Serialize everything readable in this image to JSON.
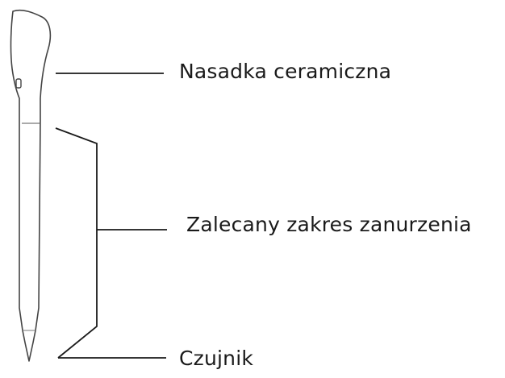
{
  "labels": {
    "ceramic_tip": "Nasadka ceramiczna",
    "immersion_range": "Zalecany zakres zanurzenia",
    "sensor": "Czujnik"
  },
  "colors": {
    "ink": "#1a1a1a",
    "outline": "#444444",
    "background": "#ffffff"
  }
}
